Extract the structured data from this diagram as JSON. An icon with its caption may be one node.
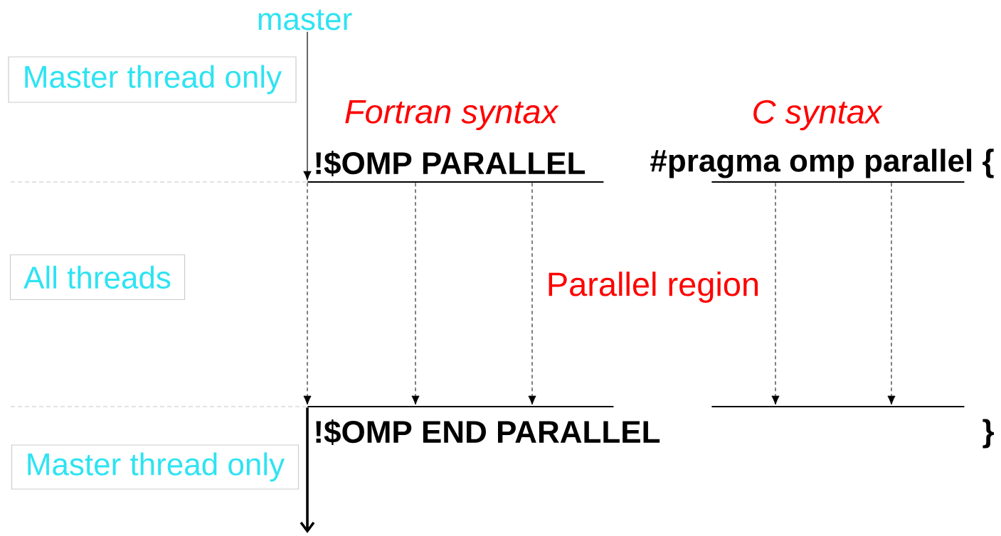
{
  "diagram": {
    "nodes": [
      {
        "text": [
          "master"
        ]
      },
      {
        "text": [
          "Master thread only"
        ]
      },
      {
        "text": [
          "!$OMP PARALLEL"
        ]
      },
      {
        "text": [
          "#pragma omp parallel {"
        ]
      },
      {
        "text": [
          "All threads"
        ]
      },
      {
        "text": [
          "!$OMP END PARALLEL"
        ]
      },
      {
        "text": [
          "}"
        ]
      },
      {
        "text": [
          "Master thread only"
        ]
      }
    ],
    "edges": [
      {
        "from": 0,
        "to": 2,
        "arrow": "to"
      },
      {
        "from": 2,
        "to": 5,
        "arrow": "to",
        "style": "dashed"
      },
      {
        "from": 2,
        "to": 5,
        "arrow": "to",
        "style": "dashed"
      },
      {
        "from": 2,
        "to": 5,
        "arrow": "to",
        "style": "dashed"
      },
      {
        "from": 3,
        "to": 6,
        "arrow": "to",
        "style": "dashed"
      },
      {
        "from": 3,
        "to": 6,
        "arrow": "to",
        "style": "dashed"
      },
      {
        "from": 5,
        "to": null,
        "arrow": "to",
        "style": "thick"
      }
    ],
    "labels": [
      "Fortran syntax",
      "C syntax",
      "Parallel region"
    ]
  }
}
